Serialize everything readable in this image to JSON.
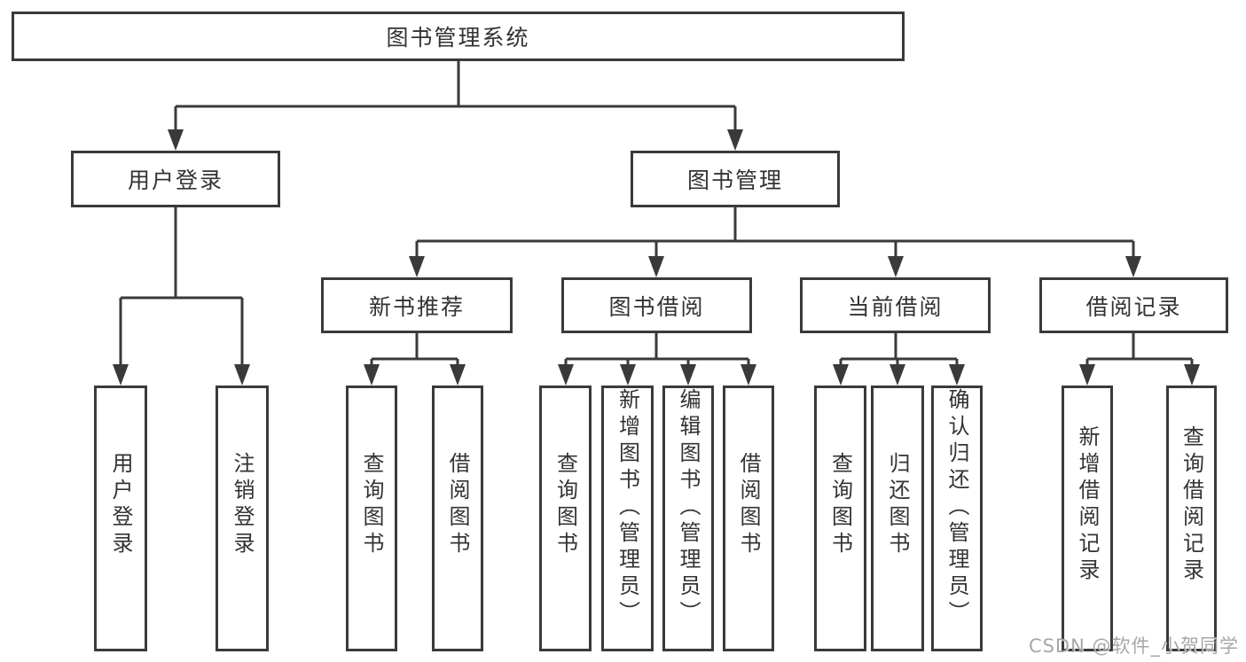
{
  "tree": {
    "root": {
      "label": "图书管理系统",
      "children": [
        {
          "label": "用户登录",
          "children": [
            {
              "label": "用户登录"
            },
            {
              "label": "注销登录"
            }
          ]
        },
        {
          "label": "图书管理",
          "children": [
            {
              "label": "新书推荐",
              "children": [
                {
                  "label": "查询图书"
                },
                {
                  "label": "借阅图书"
                }
              ]
            },
            {
              "label": "图书借阅",
              "children": [
                {
                  "label": "查询图书"
                },
                {
                  "label": "新增图书（管理员）"
                },
                {
                  "label": "编辑图书（管理员）"
                },
                {
                  "label": "借阅图书"
                }
              ]
            },
            {
              "label": "当前借阅",
              "children": [
                {
                  "label": "查询图书"
                },
                {
                  "label": "归还图书"
                },
                {
                  "label": "确认归还（管理员）"
                }
              ]
            },
            {
              "label": "借阅记录",
              "children": [
                {
                  "label": "新增借阅记录"
                },
                {
                  "label": "查询借阅记录"
                }
              ]
            }
          ]
        }
      ]
    }
  },
  "watermark": {
    "text": "CSDN @软件_小贺同学"
  },
  "colors": {
    "line": "#3a3a3a",
    "text": "#333333",
    "watermark": "#a0a0a0",
    "background": "#ffffff"
  }
}
